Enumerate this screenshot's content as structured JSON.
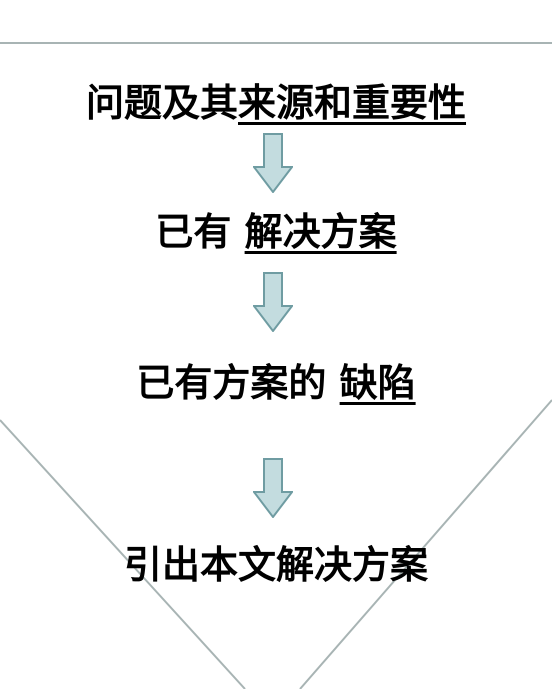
{
  "colors": {
    "frame_line": "#a8b4b4",
    "arrow_fill": "#c3dcdf",
    "arrow_stroke": "#6f9ca2",
    "text": "#000000"
  },
  "steps": [
    {
      "plain": "问题及其",
      "underlined": "来源和重要性"
    },
    {
      "plain": "已有 ",
      "underlined": "解决方案 "
    },
    {
      "plain": "已有方案的 ",
      "underlined": "缺陷 "
    },
    {
      "plain": "引出本文解决方案",
      "underlined": ""
    }
  ],
  "arrows": [
    "down-arrow",
    "down-arrow",
    "down-arrow"
  ]
}
